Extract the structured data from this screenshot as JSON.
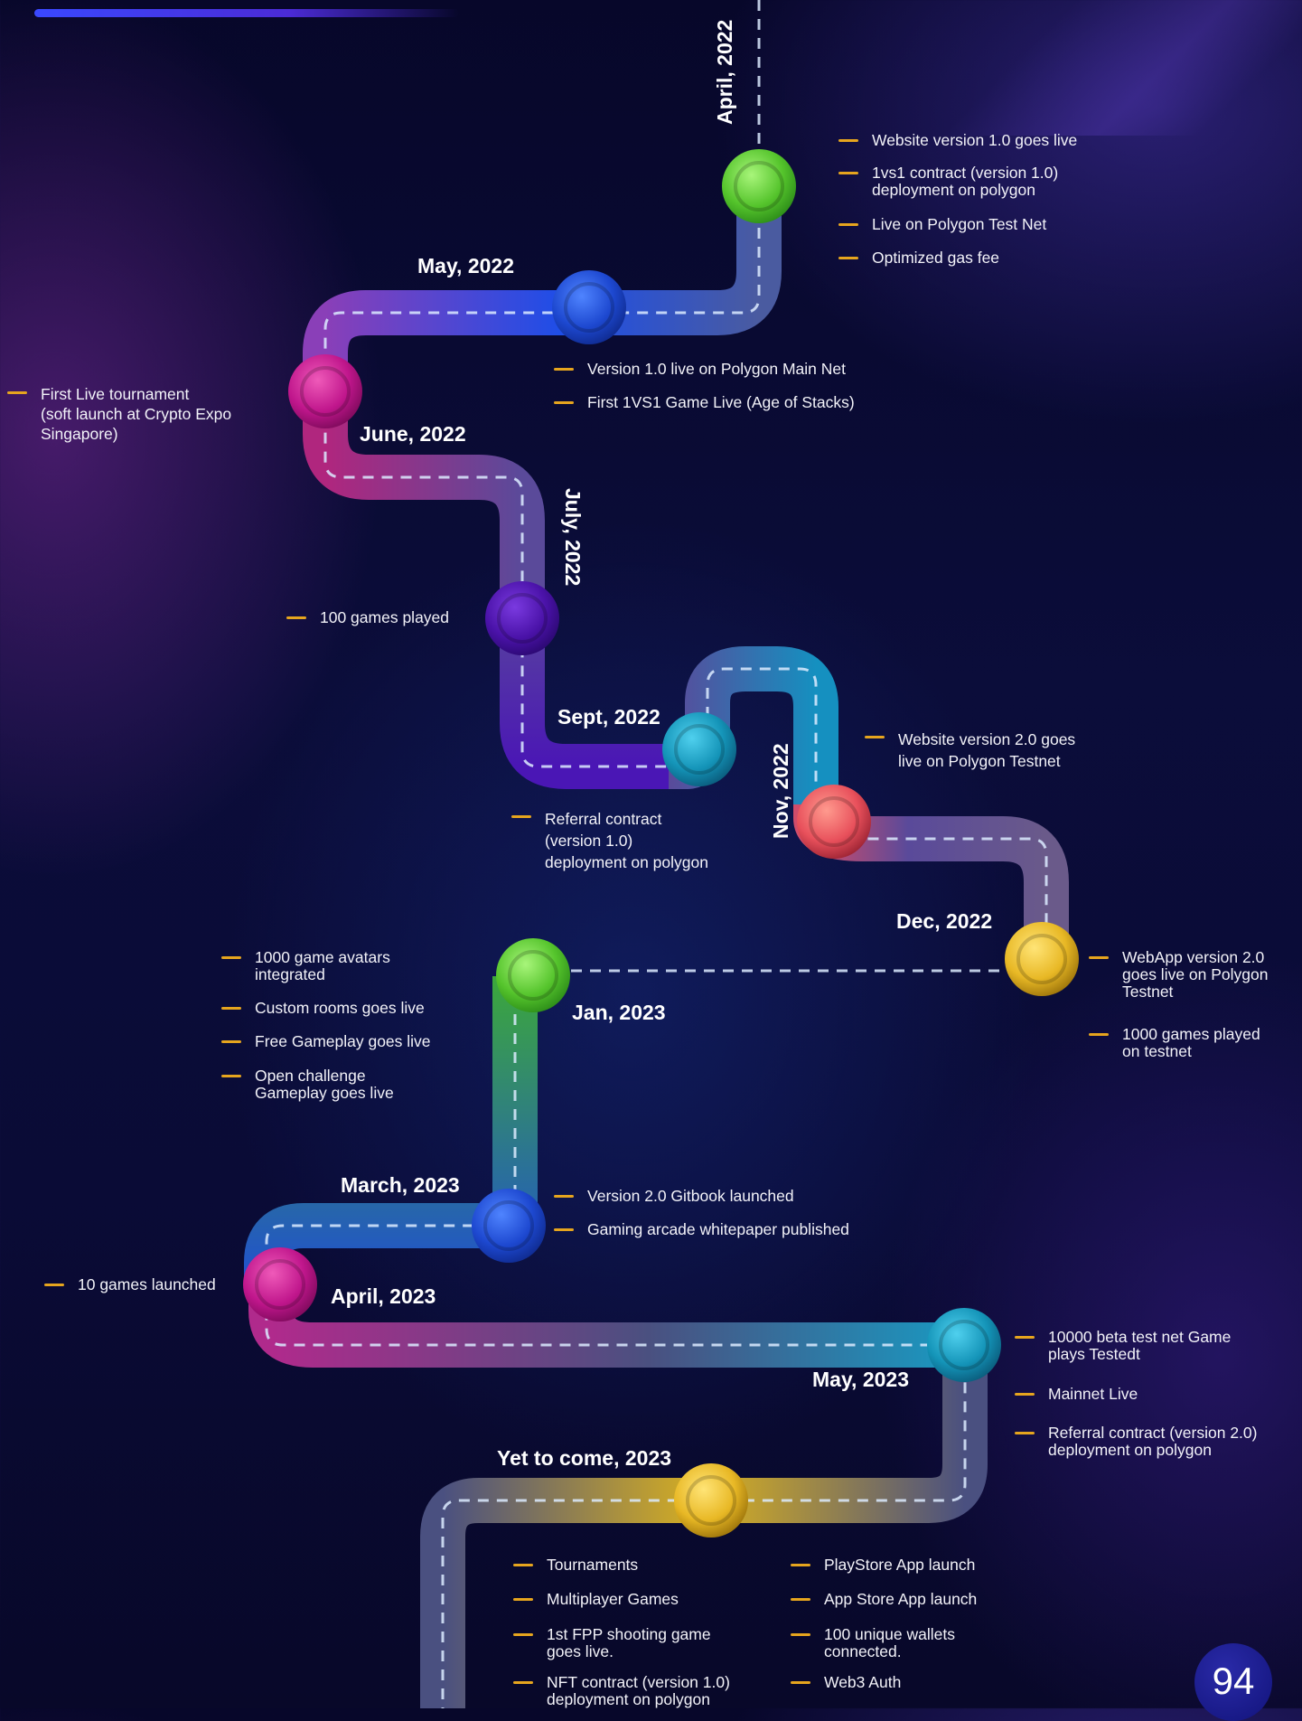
{
  "milestones": [
    {
      "date": "April, 2022",
      "items": [
        "Website version 1.0 goes live",
        "1vs1 contract (version 1.0)\ndeployment on polygon",
        "Live on Polygon Test Net",
        "Optimized gas fee"
      ]
    },
    {
      "date": "May, 2022",
      "items": [
        "Version 1.0 live on Polygon Main Net",
        "First 1VS1 Game Live (Age of Stacks)"
      ]
    },
    {
      "date": "June, 2022",
      "items": [
        "First Live tournament\n(soft launch at Crypto Expo\nSingapore)"
      ]
    },
    {
      "date": "July, 2022",
      "items": [
        "100 games played"
      ]
    },
    {
      "date": "Sept, 2022",
      "items": [
        "Referral contract\n(version 1.0)\ndeployment on polygon"
      ]
    },
    {
      "date": "Nov, 2022",
      "items": [
        "Website version 2.0 goes\nlive on Polygon Testnet"
      ]
    },
    {
      "date": "Dec, 2022",
      "items": [
        "WebApp version 2.0\ngoes live on Polygon\nTestnet",
        "1000 games played\non testnet"
      ]
    },
    {
      "date": "Jan, 2023",
      "items": [
        "1000 game avatars\nintegrated",
        "Custom rooms goes live",
        "Free Gameplay goes live",
        "Open challenge\nGameplay goes live"
      ]
    },
    {
      "date": "March, 2023",
      "items": [
        "Version 2.0 Gitbook launched",
        "Gaming arcade whitepaper published"
      ]
    },
    {
      "date": "April, 2023",
      "items": [
        "10 games launched"
      ]
    },
    {
      "date": "May, 2023",
      "items": [
        "10000 beta test net Game\nplays Testedt",
        "Mainnet Live",
        "Referral contract (version 2.0)\ndeployment on polygon"
      ]
    },
    {
      "date": "Yet to come, 2023",
      "items": [
        "Tournaments",
        "Multiplayer Games",
        "1st FPP shooting game\ngoes live.",
        "NFT contract (version 1.0)\ndeployment on polygon",
        "PlayStore App launch",
        "App Store App launch",
        "100 unique wallets\nconnected.",
        "Web3 Auth"
      ]
    }
  ],
  "page_number": "94",
  "colors": {
    "green": "#5fd13a",
    "blue": "#1f4fd8",
    "magenta": "#c2188f",
    "purple": "#4a12a8",
    "teal": "#1494b8",
    "coral": "#e8505b",
    "gold": "#e8b825",
    "bullet": "#e6a51e"
  }
}
